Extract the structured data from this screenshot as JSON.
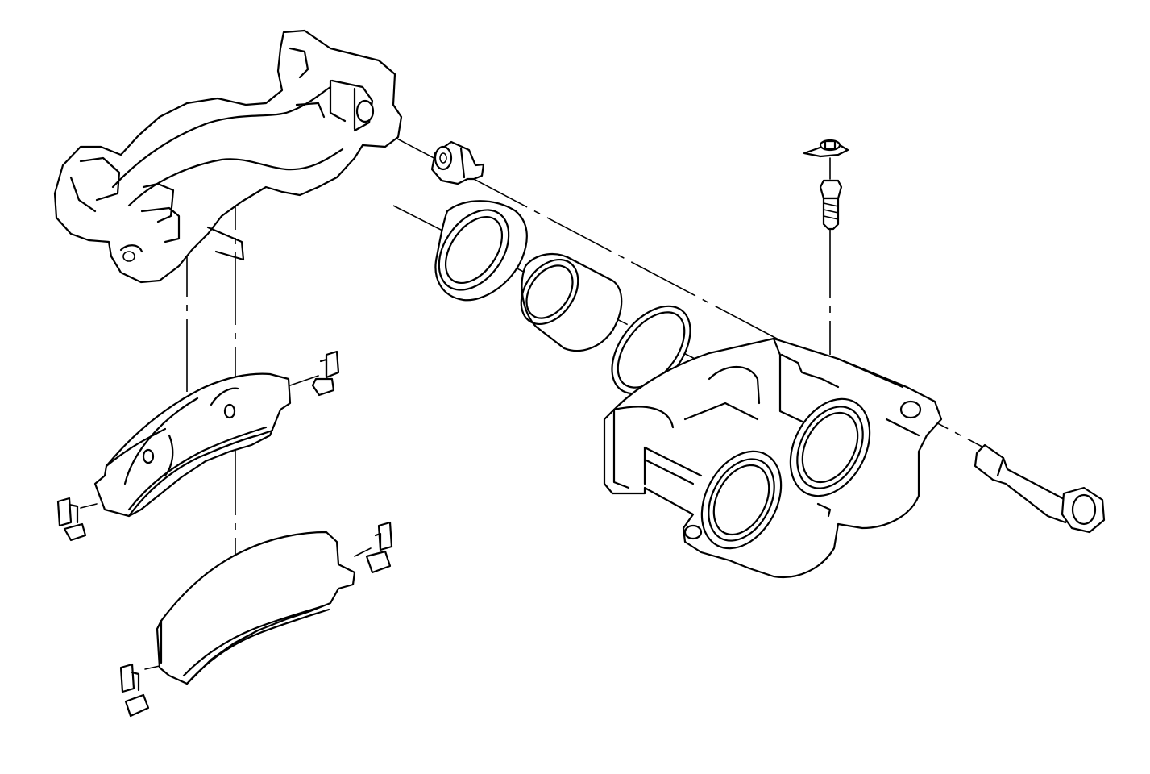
{
  "figure": {
    "type": "exploded-view line drawing",
    "colors": {
      "line": "#000000",
      "background": "#ffffff"
    },
    "parts": [
      "caliper-mounting-bracket",
      "inboard-brake-pad",
      "outboard-brake-pad",
      "pad-retainer-clips",
      "bleeder-valve",
      "piston-dust-boot",
      "caliper-piston",
      "piston-seal",
      "caliper-housing",
      "caliper-mounting-bolt",
      "brake-hose-fitting-bolt"
    ]
  }
}
